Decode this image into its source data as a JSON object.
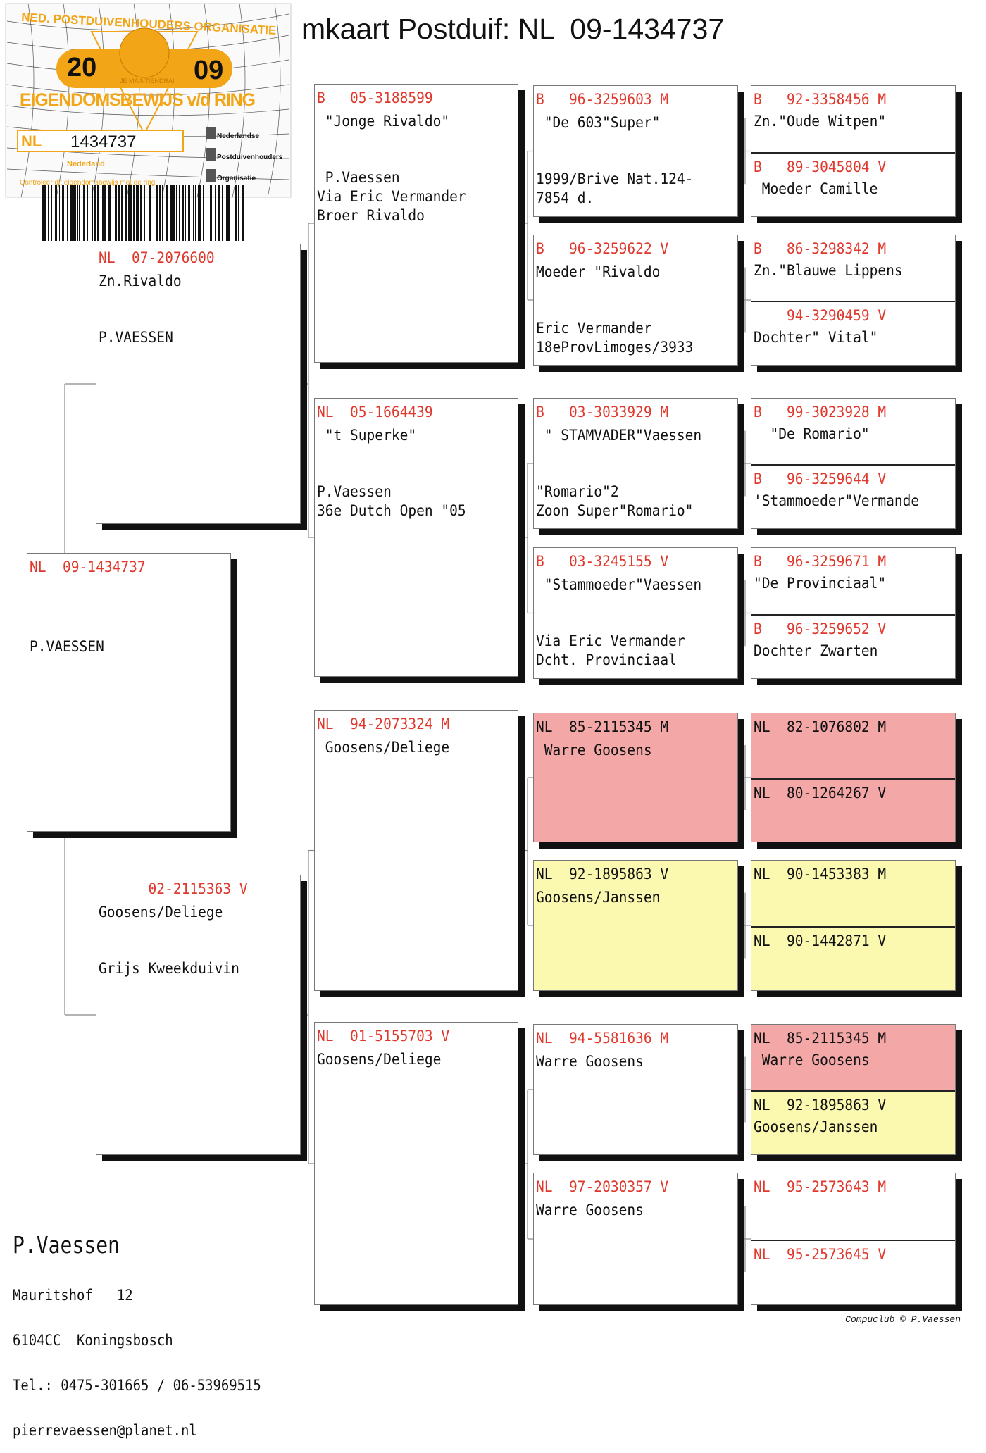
{
  "title": "mkaart Postduif: NL  09-1434737",
  "ring_card": {
    "org": "NED. POSTDUIVENHOUDERS ORGANISATIE",
    "year_left": "20",
    "year_right": "09",
    "motto": "JE MAINTIENDRAI",
    "heading": "EIGENDOMSBEWIJS v/d RING",
    "country": "NL",
    "ring_number": "1434737",
    "country_name": "Nederland",
    "note": "Controleer dit eigendomsbewijs met de ring",
    "npo": [
      "Nederlandse",
      "Postduivenhouders",
      "Organisatie"
    ],
    "colors": {
      "orange": "#f2a516"
    }
  },
  "colors": {
    "red": "#e0382c",
    "pink": "#f3a7a7",
    "yellow": "#fbf8b0"
  },
  "gen1": [
    {
      "header": "NL  09-1434737",
      "hc": "red",
      "top": [],
      "bottom": [
        "P.VAESSEN"
      ]
    }
  ],
  "gen2": [
    {
      "header": "NL  07-2076600",
      "hc": "red",
      "top": [
        "Zn.Rivaldo"
      ],
      "bottom": [
        "P.VAESSEN"
      ]
    },
    {
      "header": "      02-2115363 V",
      "hc": "red",
      "top": [
        "Goosens/Deliege"
      ],
      "bottom": [
        "Grijs Kweekduivin"
      ]
    }
  ],
  "gen3": [
    {
      "header": "B   05-3188599",
      "hc": "red",
      "top": [
        " \"Jonge Rivaldo\""
      ],
      "bottom": [
        " P.Vaessen",
        "Via Eric Vermander",
        "Broer Rivaldo"
      ]
    },
    {
      "header": "NL  05-1664439",
      "hc": "red",
      "top": [
        " \"t Superke\""
      ],
      "bottom": [
        "P.Vaessen",
        "36e Dutch Open \"05"
      ]
    },
    {
      "header": "NL  94-2073324 M",
      "hc": "red",
      "top": [
        " Goosens/Deliege"
      ],
      "bottom": []
    },
    {
      "header": "NL  01-5155703 V",
      "hc": "red",
      "top": [
        "Goosens/Deliege"
      ],
      "bottom": []
    }
  ],
  "gen4": [
    {
      "header": "B   96-3259603 M",
      "hc": "red",
      "top": [
        " \"De 603\"Super\""
      ],
      "bottom": [
        "1999/Brive Nat.124-",
        "7854 d."
      ]
    },
    {
      "header": "B   96-3259622 V",
      "hc": "red",
      "top": [
        "Moeder \"Rivaldo"
      ],
      "bottom": [
        "Eric Vermander",
        "18eProvLimoges/3933"
      ]
    },
    {
      "header": "B   03-3033929 M",
      "hc": "red",
      "top": [
        " \" STAMVADER\"Vaessen"
      ],
      "bottom": [
        "\"Romario\"2",
        "Zoon Super\"Romario\""
      ]
    },
    {
      "header": "B   03-3245155 V",
      "hc": "red",
      "top": [
        " \"Stammoeder\"Vaessen"
      ],
      "bottom": [
        "Via Eric Vermander",
        "Dcht. Provinciaal"
      ]
    },
    {
      "header": "NL  85-2115345 M",
      "hc": "blk",
      "bg": "pink",
      "top": [
        " Warre Goosens"
      ],
      "bottom": []
    },
    {
      "header": "NL  92-1895863 V",
      "hc": "blk",
      "bg": "yellow",
      "top": [
        "Goosens/Janssen"
      ],
      "bottom": []
    },
    {
      "header": "NL  94-5581636 M",
      "hc": "red",
      "top": [
        "Warre Goosens"
      ],
      "bottom": []
    },
    {
      "header": "NL  97-2030357 V",
      "hc": "red",
      "top": [
        "Warre Goosens"
      ],
      "bottom": []
    }
  ],
  "gen5": [
    {
      "sire": {
        "header": "B   92-3358456 M",
        "hc": "red",
        "lines": [
          "Zn.\"Oude Witpen\""
        ]
      },
      "dam": {
        "header": "B   89-3045804 V",
        "hc": "red",
        "lines": [
          " Moeder Camille"
        ]
      }
    },
    {
      "sire": {
        "header": "B   86-3298342 M",
        "hc": "red",
        "lines": [
          "Zn.\"Blauwe Lippens"
        ]
      },
      "dam": {
        "header": "    94-3290459 V",
        "hc": "red",
        "lines": [
          "Dochter\" Vital\""
        ]
      }
    },
    {
      "sire": {
        "header": "B   99-3023928 M",
        "hc": "red",
        "lines": [
          "  \"De Romario\""
        ]
      },
      "dam": {
        "header": "B   96-3259644 V",
        "hc": "red",
        "lines": [
          "'Stammoeder\"Vermande"
        ]
      }
    },
    {
      "sire": {
        "header": "B   96-3259671 M",
        "hc": "red",
        "lines": [
          "\"De Provinciaal\""
        ]
      },
      "dam": {
        "header": "B   96-3259652 V",
        "hc": "red",
        "lines": [
          "Dochter Zwarten"
        ]
      }
    },
    {
      "bg": "pink",
      "sire": {
        "header": "NL  82-1076802 M",
        "hc": "blk",
        "lines": []
      },
      "dam": {
        "header": "NL  80-1264267 V",
        "hc": "blk",
        "lines": []
      }
    },
    {
      "bg": "yellow",
      "sire": {
        "header": "NL  90-1453383 M",
        "hc": "blk",
        "lines": []
      },
      "dam": {
        "header": "NL  90-1442871 V",
        "hc": "blk",
        "lines": []
      }
    },
    {
      "sire": {
        "header": "NL  85-2115345 M",
        "hc": "blk",
        "bg": "pink",
        "lines": [
          " Warre Goosens"
        ]
      },
      "dam": {
        "header": "NL  92-1895863 V",
        "hc": "blk",
        "bg": "yellow",
        "lines": [
          "Goosens/Janssen"
        ]
      }
    },
    {
      "sire": {
        "header": "NL  95-2573643 M",
        "hc": "red",
        "lines": []
      },
      "dam": {
        "header": "NL  95-2573645 V",
        "hc": "red",
        "lines": []
      }
    }
  ],
  "owner": {
    "name": "P.Vaessen",
    "street": "Mauritshof   12",
    "city": "6104CC  Koningsbosch",
    "phone": "Tel.: 0475-301665 / 06-53969515",
    "email": "pierrevaessen@planet.nl"
  },
  "credit": "Compuclub © P.Vaessen"
}
